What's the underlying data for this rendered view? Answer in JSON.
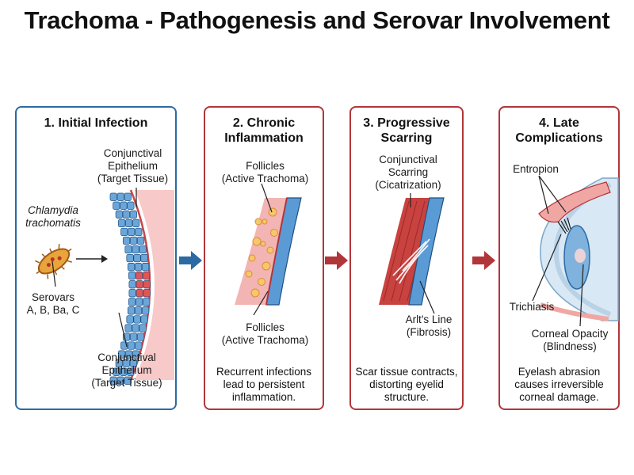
{
  "title": "Trachoma - Pathogenesis and Serovar Involvement",
  "colors": {
    "stage1_border": "#2c6aa3",
    "stage_border": "#b2353a",
    "arrow_blue": "#2c6aa3",
    "arrow_red": "#b2353a"
  },
  "panels": [
    {
      "title_lines": [
        "1. Initial Infection"
      ],
      "labels": {
        "epithelium_top": [
          "Conjunctival",
          "Epithelium",
          "(Target Tissue)"
        ],
        "organism": [
          "Chlamydia",
          "trachomatis"
        ],
        "serovars": [
          "Serovars",
          "A, B, Ba, C"
        ],
        "epithelium_bottom": [
          "Conjunctival",
          "Epithelium",
          "(Target Tissue)"
        ]
      }
    },
    {
      "title_lines": [
        "2. Chronic",
        "Inflammation"
      ],
      "labels": {
        "follicles_top": [
          "Follicles",
          "(Active Trachoma)"
        ],
        "follicles_bottom": [
          "Follicles",
          "(Active Trachoma)"
        ]
      },
      "description": [
        "Recurrent infections",
        "lead to persistent",
        "inflammation."
      ]
    },
    {
      "title_lines": [
        "3. Progressive",
        "Scarring"
      ],
      "labels": {
        "scarring": [
          "Conjunctival",
          "Scarring",
          "(Cicatrization)"
        ],
        "arlts_line": [
          "Arlt's Line",
          "(Fibrosis)"
        ]
      },
      "description": [
        "Scar tissue contracts,",
        "distorting eyelid",
        "structure."
      ]
    },
    {
      "title_lines": [
        "4. Late",
        "Complications"
      ],
      "labels": {
        "entropion": [
          "Entropion"
        ],
        "trichiasis": [
          "Trichiasis"
        ],
        "corneal_opacity": [
          "Corneal Opacity",
          "(Blindness)"
        ]
      },
      "description": [
        "Eyelash abrasion",
        "causes irreversible",
        "corneal damage."
      ]
    }
  ]
}
